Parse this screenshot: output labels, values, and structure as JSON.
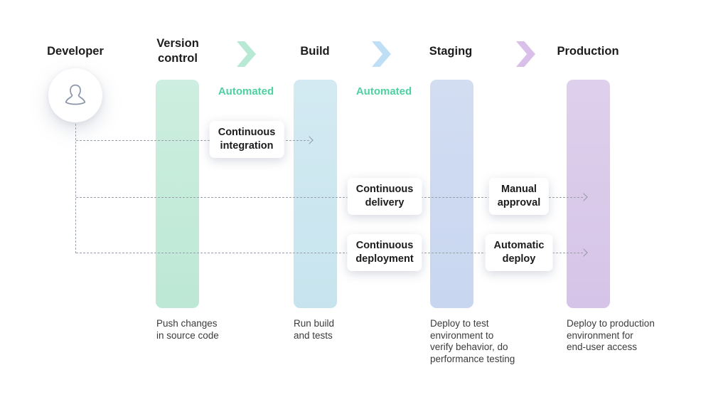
{
  "diagram": {
    "type": "cicd-pipeline-flow",
    "stage_headers": [
      "Developer",
      "Version\ncontrol",
      "Build",
      "Staging",
      "Production"
    ],
    "automated_label_1": "Automated",
    "automated_label_2": "Automated",
    "cards": {
      "continuous_integration": "Continuous\nintegration",
      "continuous_delivery": "Continuous\ndelivery",
      "manual_approval": "Manual\napproval",
      "continuous_deployment": "Continuous\ndeployment",
      "automatic_deploy": "Automatic\ndeploy"
    },
    "captions": {
      "version_control": "Push changes\nin source code",
      "build": "Run build\nand tests",
      "staging": "Deploy to test\nenvironment to\nverify behavior, do\nperformance testing",
      "production": "Deploy to production\nenvironment for\nend-user access"
    },
    "colors": {
      "bar_version_control": "#bde8d5",
      "bar_build": "#c7e4ee",
      "bar_staging": "#c8d6f0",
      "bar_production": "#d6c4e8",
      "chevron_green": "#b7e9d4",
      "chevron_blue": "#bedff6",
      "chevron_purple": "#d9bfe9",
      "automated_text": "#4ed1a1",
      "dashed_line": "#99a1ad",
      "header_text": "#1c1c1e",
      "caption_text": "#3b3b3d",
      "avatar_stroke": "#8b95a9"
    },
    "icons": [
      "person-icon",
      "chevron-right-icon",
      "arrowhead-icon"
    ]
  }
}
